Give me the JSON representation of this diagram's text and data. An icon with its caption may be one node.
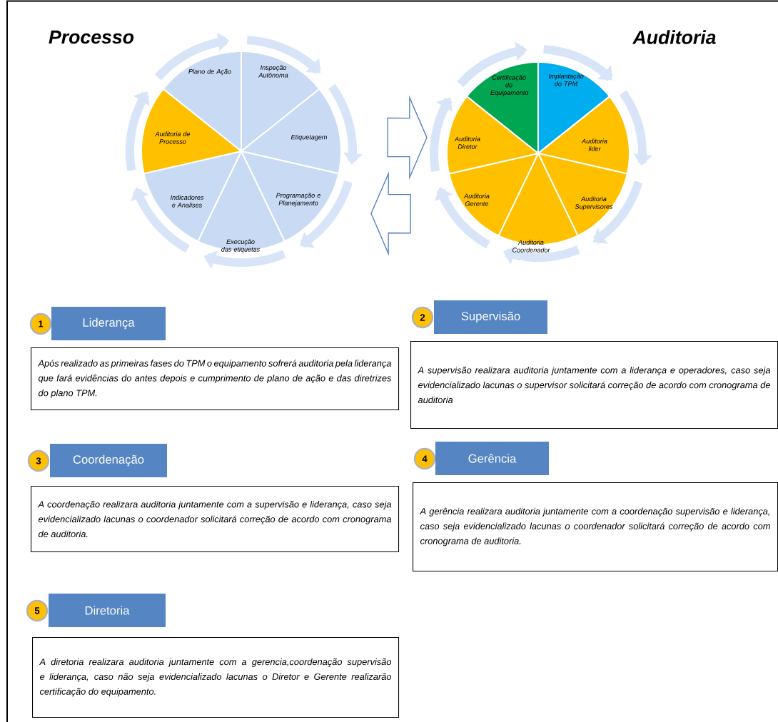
{
  "diagram": {
    "nodes": [
      {
        "text": [
          "Processo"
        ]
      },
      {
        "text": [
          "Plano de Ação"
        ],
        "in": 0
      },
      {
        "text": [
          "Inspeção Autônoma"
        ],
        "in": 0
      },
      {
        "text": [
          "Etiquetagem"
        ],
        "in": 0
      },
      {
        "text": [
          "Programação e Planejamento"
        ],
        "in": 0
      },
      {
        "text": [
          "Execução das etiquetas"
        ],
        "in": 0
      },
      {
        "text": [
          "Indicadores e Analises"
        ],
        "in": 0
      },
      {
        "text": [
          "Auditoria de Processo"
        ],
        "in": 0
      },
      {
        "text": [
          "Auditoria"
        ]
      },
      {
        "text": [
          "Certificação do Equipamento"
        ],
        "in": 8
      },
      {
        "text": [
          "Implantação do TPM"
        ],
        "in": 8
      },
      {
        "text": [
          "Auditoria lider"
        ],
        "in": 8
      },
      {
        "text": [
          "Auditoria Supervisores"
        ],
        "in": 8
      },
      {
        "text": [
          "Auditoria Coordenador"
        ],
        "in": 8
      },
      {
        "text": [
          "Auditoria Gerente"
        ],
        "in": 8
      },
      {
        "text": [
          "Auditoria Diretor"
        ],
        "in": 8
      },
      {
        "text": [
          "1"
        ]
      },
      {
        "text": [
          "Liderança"
        ]
      },
      {
        "text": [
          "Após realizado as primeiras fases do TPM o equipamento sofrerá auditoria pela liderança que fará evidências do antes depois e cumprimento de plano de ação e das diretrizes do plano TPM."
        ]
      },
      {
        "text": [
          "2"
        ]
      },
      {
        "text": [
          "Supervisão"
        ]
      },
      {
        "text": [
          "A supervisão realizara auditoria juntamente com a liderança e operadores, caso seja evidencializado lacunas o supervisor solicitará correção de acordo com cronograma de auditoria"
        ]
      },
      {
        "text": [
          "3"
        ]
      },
      {
        "text": [
          "Coordenação"
        ]
      },
      {
        "text": [
          "A coordenação realizara auditoria juntamente com a supervisão e liderança, caso seja evidencializado lacunas o coordenador solicitará correção de acordo com cronograma de auditoria."
        ]
      },
      {
        "text": [
          "4"
        ]
      },
      {
        "text": [
          "Gerência"
        ]
      },
      {
        "text": [
          "A gerência realizara auditoria juntamente com a coordenação supervisão e liderança, caso seja evidencializado lacunas o coordenador solicitará correção de acordo com cronograma de auditoria."
        ]
      },
      {
        "text": [
          "5"
        ]
      },
      {
        "text": [
          "Diretoria"
        ]
      },
      {
        "text": [
          "A diretoria realizara auditoria juntamente com a gerencia,coordenação supervisão e liderança, caso não seja evidencializado lacunas o Diretor e Gerente realizarão certificação do equipamento."
        ]
      }
    ],
    "edges": [
      {
        "from": 0,
        "to": 8,
        "arrow": "to"
      },
      {
        "from": 8,
        "to": 0,
        "arrow": "to"
      }
    ]
  }
}
